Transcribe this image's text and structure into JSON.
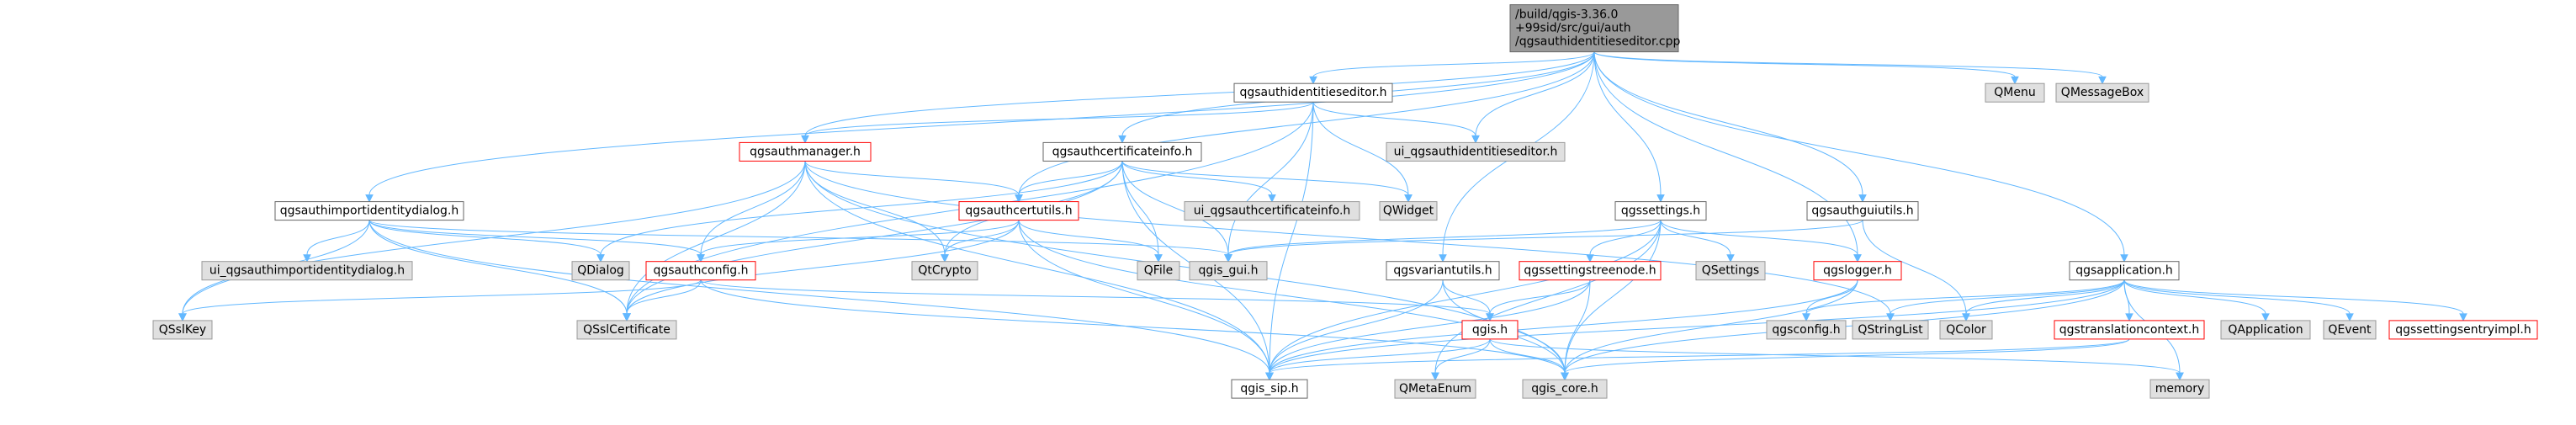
{
  "colors": {
    "root_fill": "#999999",
    "root_stroke": "#666666",
    "local_fill": "#ffffff",
    "local_stroke": "#666666",
    "truncated_stroke": "#ff0000",
    "external_fill": "#e0e0e0",
    "external_stroke": "#999999",
    "edge": "#63b8ff"
  },
  "nodes": [
    {
      "id": "root",
      "kind": "root",
      "lines": [
        "/build/qgis-3.36.0",
        "+99sid/src/gui/auth",
        "/qgsauthidentitieseditor.cpp"
      ]
    },
    {
      "id": "qgsauthidentitieseditor_h",
      "kind": "local",
      "lines": [
        "qgsauthidentitieseditor.h"
      ]
    },
    {
      "id": "qmenu",
      "kind": "external",
      "lines": [
        "QMenu"
      ]
    },
    {
      "id": "qmessagebox",
      "kind": "external",
      "lines": [
        "QMessageBox"
      ]
    },
    {
      "id": "qgsauthmanager_h",
      "kind": "truncated",
      "lines": [
        "qgsauthmanager.h"
      ]
    },
    {
      "id": "qgsauthcertificateinfo_h",
      "kind": "local",
      "lines": [
        "qgsauthcertificateinfo.h"
      ]
    },
    {
      "id": "ui_qgsauthidentitieseditor_h",
      "kind": "external",
      "lines": [
        "ui_qgsauthidentitieseditor.h"
      ]
    },
    {
      "id": "qgsauthimportidentitydialog_h",
      "kind": "local",
      "lines": [
        "qgsauthimportidentitydialog.h"
      ]
    },
    {
      "id": "qgsauthcertutils_h",
      "kind": "truncated",
      "lines": [
        "qgsauthcertutils.h"
      ]
    },
    {
      "id": "ui_qgsauthcertificateinfo_h",
      "kind": "external",
      "lines": [
        "ui_qgsauthcertificateinfo.h"
      ]
    },
    {
      "id": "qwidget",
      "kind": "external",
      "lines": [
        "QWidget"
      ]
    },
    {
      "id": "qgssettings_h",
      "kind": "local",
      "lines": [
        "qgssettings.h"
      ]
    },
    {
      "id": "qgsauthguiutils_h",
      "kind": "local",
      "lines": [
        "qgsauthguiutils.h"
      ]
    },
    {
      "id": "ui_qgsauthimportidentitydialog_h",
      "kind": "external",
      "lines": [
        "ui_qgsauthimportidentitydialog.h"
      ]
    },
    {
      "id": "qdialog",
      "kind": "external",
      "lines": [
        "QDialog"
      ]
    },
    {
      "id": "qgsauthconfig_h",
      "kind": "truncated",
      "lines": [
        "qgsauthconfig.h"
      ]
    },
    {
      "id": "qtcrypto",
      "kind": "external",
      "lines": [
        "QtCrypto"
      ]
    },
    {
      "id": "qfile",
      "kind": "external",
      "lines": [
        "QFile"
      ]
    },
    {
      "id": "qgis_gui_h",
      "kind": "external",
      "lines": [
        "qgis_gui.h"
      ]
    },
    {
      "id": "qgsvariantutils_h",
      "kind": "local",
      "lines": [
        "qgsvariantutils.h"
      ]
    },
    {
      "id": "qgssettingstreenode_h",
      "kind": "truncated",
      "lines": [
        "qgssettingstreenode.h"
      ]
    },
    {
      "id": "qsettings",
      "kind": "external",
      "lines": [
        "QSettings"
      ]
    },
    {
      "id": "qgslogger_h",
      "kind": "truncated",
      "lines": [
        "qgslogger.h"
      ]
    },
    {
      "id": "qgsapplication_h",
      "kind": "local",
      "lines": [
        "qgsapplication.h"
      ]
    },
    {
      "id": "qsslkey",
      "kind": "external",
      "lines": [
        "QSslKey"
      ]
    },
    {
      "id": "qsslcertificate",
      "kind": "external",
      "lines": [
        "QSslCertificate"
      ]
    },
    {
      "id": "qgis_h",
      "kind": "truncated",
      "lines": [
        "qgis.h"
      ]
    },
    {
      "id": "qgsconfig_h",
      "kind": "external",
      "lines": [
        "qgsconfig.h"
      ]
    },
    {
      "id": "qstringlist",
      "kind": "external",
      "lines": [
        "QStringList"
      ]
    },
    {
      "id": "qcolor",
      "kind": "external",
      "lines": [
        "QColor"
      ]
    },
    {
      "id": "qgstranslationcontext_h",
      "kind": "truncated",
      "lines": [
        "qgstranslationcontext.h"
      ]
    },
    {
      "id": "qapplication",
      "kind": "external",
      "lines": [
        "QApplication"
      ]
    },
    {
      "id": "qevent",
      "kind": "external",
      "lines": [
        "QEvent"
      ]
    },
    {
      "id": "qgssettingsentryimpl_h",
      "kind": "truncated",
      "lines": [
        "qgssettingsentryimpl.h"
      ]
    },
    {
      "id": "qgis_sip_h",
      "kind": "local",
      "lines": [
        "qgis_sip.h"
      ]
    },
    {
      "id": "qmetaenum",
      "kind": "external",
      "lines": [
        "QMetaEnum"
      ]
    },
    {
      "id": "qgis_core_h",
      "kind": "external",
      "lines": [
        "qgis_core.h"
      ]
    },
    {
      "id": "memory",
      "kind": "external",
      "lines": [
        "memory"
      ]
    }
  ],
  "edges": [
    [
      "root",
      "qgsauthidentitieseditor_h"
    ],
    [
      "root",
      "qmenu"
    ],
    [
      "root",
      "qmessagebox"
    ],
    [
      "root",
      "qgsauthmanager_h"
    ],
    [
      "root",
      "qgsauthcertificateinfo_h"
    ],
    [
      "root",
      "ui_qgsauthidentitieseditor_h"
    ],
    [
      "root",
      "qgsauthimportidentitydialog_h"
    ],
    [
      "root",
      "qgsauthcertutils_h"
    ],
    [
      "root",
      "qgssettings_h"
    ],
    [
      "root",
      "qgsauthguiutils_h"
    ],
    [
      "root",
      "qgsvariantutils_h"
    ],
    [
      "root",
      "qgslogger_h"
    ],
    [
      "root",
      "qgsapplication_h"
    ],
    [
      "qgsauthidentitieseditor_h",
      "ui_qgsauthidentitieseditor_h"
    ],
    [
      "qgsauthidentitieseditor_h",
      "qwidget"
    ],
    [
      "qgsauthidentitieseditor_h",
      "qgsauthmanager_h"
    ],
    [
      "qgsauthidentitieseditor_h",
      "qgis_sip_h"
    ],
    [
      "qgsauthidentitieseditor_h",
      "qgis_gui_h"
    ],
    [
      "qgsauthidentitieseditor_h",
      "qsslcertificate"
    ],
    [
      "qgsauthmanager_h",
      "qgsauthcertutils_h"
    ],
    [
      "qgsauthmanager_h",
      "qgsauthconfig_h"
    ],
    [
      "qgsauthmanager_h",
      "qtcrypto"
    ],
    [
      "qgsauthmanager_h",
      "qsslkey"
    ],
    [
      "qgsauthmanager_h",
      "qsslcertificate"
    ],
    [
      "qgsauthmanager_h",
      "qgis_sip_h"
    ],
    [
      "qgsauthmanager_h",
      "qgis_core_h"
    ],
    [
      "qgsauthmanager_h",
      "qstringlist"
    ],
    [
      "qgsauthcertificateinfo_h",
      "ui_qgsauthcertificateinfo_h"
    ],
    [
      "qgsauthcertificateinfo_h",
      "qwidget"
    ],
    [
      "qgsauthcertificateinfo_h",
      "qgsauthcertutils_h"
    ],
    [
      "qgsauthcertificateinfo_h",
      "qdialog"
    ],
    [
      "qgsauthcertificateinfo_h",
      "qfile"
    ],
    [
      "qgsauthcertificateinfo_h",
      "qgis_gui_h"
    ],
    [
      "qgsauthcertificateinfo_h",
      "qtcrypto"
    ],
    [
      "qgsauthcertificateinfo_h",
      "qsslcertificate"
    ],
    [
      "qgsauthcertificateinfo_h",
      "qgis_sip_h"
    ],
    [
      "qgsauthimportidentitydialog_h",
      "ui_qgsauthimportidentitydialog_h"
    ],
    [
      "qgsauthimportidentitydialog_h",
      "qdialog"
    ],
    [
      "qgsauthimportidentitydialog_h",
      "qgsauthconfig_h"
    ],
    [
      "qgsauthimportidentitydialog_h",
      "qgis_gui_h"
    ],
    [
      "qgsauthimportidentitydialog_h",
      "qsslkey"
    ],
    [
      "qgsauthimportidentitydialog_h",
      "qsslcertificate"
    ],
    [
      "qgsauthimportidentitydialog_h",
      "qgis_sip_h"
    ],
    [
      "qgsauthcertutils_h",
      "qgsauthconfig_h"
    ],
    [
      "qgsauthcertutils_h",
      "qtcrypto"
    ],
    [
      "qgsauthcertutils_h",
      "qfile"
    ],
    [
      "qgsauthcertutils_h",
      "qsslcertificate"
    ],
    [
      "qgsauthcertutils_h",
      "qgis_sip_h"
    ],
    [
      "qgsauthcertutils_h",
      "qgis_core_h"
    ],
    [
      "qgsauthconfig_h",
      "qsslkey"
    ],
    [
      "qgsauthconfig_h",
      "qsslcertificate"
    ],
    [
      "qgsauthconfig_h",
      "qgis_h"
    ],
    [
      "qgsauthconfig_h",
      "qgis_core_h"
    ],
    [
      "qgssettings_h",
      "qgis_gui_h"
    ],
    [
      "qgssettings_h",
      "qgssettingstreenode_h"
    ],
    [
      "qgssettings_h",
      "qsettings"
    ],
    [
      "qgssettings_h",
      "qgslogger_h"
    ],
    [
      "qgssettings_h",
      "qgis_core_h"
    ],
    [
      "qgssettings_h",
      "qgis_sip_h"
    ],
    [
      "qgssettings_h",
      "qmetaenum"
    ],
    [
      "qgsauthguiutils_h",
      "qgis_gui_h"
    ],
    [
      "qgsauthguiutils_h",
      "qcolor"
    ],
    [
      "qgsvariantutils_h",
      "qgis_h"
    ],
    [
      "qgsvariantutils_h",
      "qgis_core_h"
    ],
    [
      "qgsvariantutils_h",
      "qgis_sip_h"
    ],
    [
      "qgssettingstreenode_h",
      "qgis_h"
    ],
    [
      "qgssettingstreenode_h",
      "qgis_core_h"
    ],
    [
      "qgssettingstreenode_h",
      "qgis_sip_h"
    ],
    [
      "qgslogger_h",
      "qgsconfig_h"
    ],
    [
      "qgslogger_h",
      "qgis_core_h"
    ],
    [
      "qgslogger_h",
      "qgis_sip_h"
    ],
    [
      "qgis_h",
      "qgis_sip_h"
    ],
    [
      "qgis_h",
      "qmetaenum"
    ],
    [
      "qgis_h",
      "qgis_core_h"
    ],
    [
      "qgis_h",
      "memory"
    ],
    [
      "qgsapplication_h",
      "qapplication"
    ],
    [
      "qgsapplication_h",
      "qevent"
    ],
    [
      "qgsapplication_h",
      "qgssettingsentryimpl_h"
    ],
    [
      "qgsapplication_h",
      "qgstranslationcontext_h"
    ],
    [
      "qgsapplication_h",
      "qcolor"
    ],
    [
      "qgsapplication_h",
      "qstringlist"
    ],
    [
      "qgsapplication_h",
      "qgsconfig_h"
    ],
    [
      "qgsapplication_h",
      "qgis_core_h"
    ],
    [
      "qgsapplication_h",
      "qgis_sip_h"
    ],
    [
      "qgsapplication_h",
      "memory"
    ],
    [
      "qgstranslationcontext_h",
      "qgis_core_h"
    ],
    [
      "qgstranslationcontext_h",
      "qgis_sip_h"
    ]
  ]
}
